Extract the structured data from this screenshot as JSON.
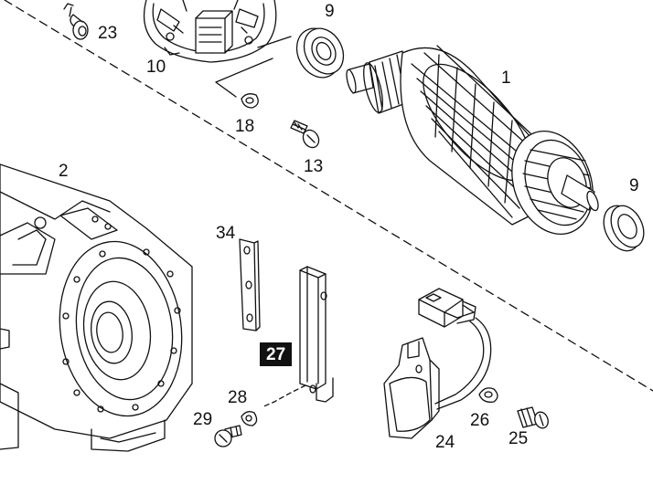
{
  "colors": {
    "ink": "#111111",
    "paper": "#ffffff",
    "highlight_bg": "#111111",
    "highlight_fg": "#ffffff"
  },
  "parts": [
    {
      "id": "p23",
      "number": "23"
    },
    {
      "id": "p10",
      "number": "10"
    },
    {
      "id": "p9a",
      "number": "9"
    },
    {
      "id": "p1",
      "number": "1"
    },
    {
      "id": "p18",
      "number": "18"
    },
    {
      "id": "p13",
      "number": "13"
    },
    {
      "id": "p2",
      "number": "2"
    },
    {
      "id": "p9b",
      "number": "9"
    },
    {
      "id": "p34",
      "number": "34"
    },
    {
      "id": "p27",
      "number": "27",
      "highlighted": true
    },
    {
      "id": "p28",
      "number": "28"
    },
    {
      "id": "p29",
      "number": "29"
    },
    {
      "id": "p26",
      "number": "26"
    },
    {
      "id": "p25",
      "number": "25"
    },
    {
      "id": "p24",
      "number": "24"
    }
  ]
}
